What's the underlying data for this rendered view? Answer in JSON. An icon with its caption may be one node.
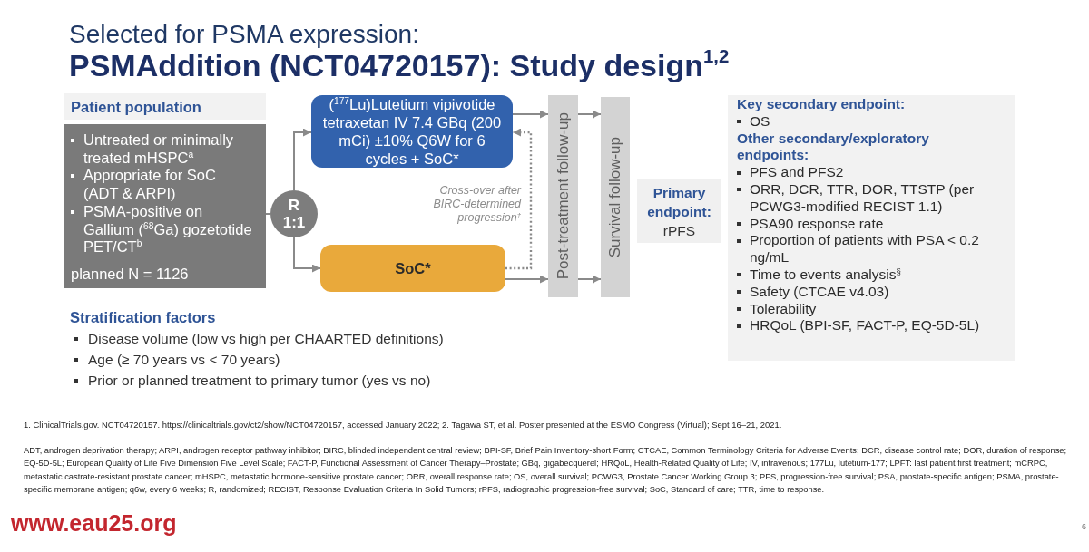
{
  "diagram": {
    "title": "PSMAddition (NCT04720157): Study design$^{1,2}$",
    "nodes": [
      {
        "text": [
          "Patient population"
        ]
      },
      {
        "text": [
          "Untreated or minimally treated mHSPC$^{a}$",
          "Appropriate for SoC (ADT & ARPI)",
          "PSMA-positive on Gallium ($^{68}$Ga) gozetotide PET/CT$^{b}$",
          "planned N = 1126"
        ]
      },
      {
        "text": [
          "R 1:1"
        ]
      },
      {
        "text": [
          "($^{177}$Lu)Lutetium vipivotide tetraxetan IV 7.4 GBq (200 mCi) ±10% Q6W for 6 cycles + SoC*"
        ]
      },
      {
        "text": [
          "SoC*"
        ]
      },
      {
        "text": [
          "Post-treatment follow-up"
        ]
      },
      {
        "text": [
          "Survival follow-up"
        ]
      },
      {
        "text": [
          "Primary endpoint:",
          "rPFS"
        ]
      },
      {
        "text": [
          "Key secondary endpoint:",
          "OS",
          "Other secondary/exploratory endpoints:",
          "PFS and PFS2",
          "ORR, DCR, TTR, DOR, TTSTP (per PCWG3-modified RECIST 1.1)",
          "PSA90 response rate",
          "Proportion of patients with PSA < 0.2 ng/mL",
          "Time to events analysis$^{§}$",
          "Safety (CTCAE v4.03)",
          "Tolerability",
          "HRQoL (BPI-SF, FACT-P, EQ-5D-5L)"
        ]
      }
    ],
    "edges": [
      {
        "from": 1,
        "to": 2,
        "arrow": "none"
      },
      {
        "from": 2,
        "to": 3,
        "arrow": "to"
      },
      {
        "from": 2,
        "to": 4,
        "arrow": "to"
      },
      {
        "from": 3,
        "to": 5,
        "arrow": "to"
      },
      {
        "from": 4,
        "to": 5,
        "arrow": "to"
      },
      {
        "from": 5,
        "to": 6,
        "arrow": "to"
      },
      {
        "from": 5,
        "to": 6,
        "arrow": "to"
      },
      {
        "from": 4,
        "to": 3,
        "arrow": "to",
        "style": "dashed",
        "label": "Cross-over after BIRC-determined progression$^{†}$"
      }
    ],
    "labels": [
      "Selected for PSMA expression:",
      "Stratification factors",
      "Disease volume (low vs high per CHAARTED definitions)",
      "Age (≥ 70 years vs < 70 years)",
      "Prior or planned treatment to primary tumor (yes vs no)",
      "1. ClinicalTrials.gov. NCT04720157. https://clinicaltrials.gov/ct2/show/NCT04720157, accessed January 2022; 2. Tagawa ST, et al. Poster presented at the ESMO Congress (Virtual); Sept 16–21, 2021.",
      "ADT, androgen deprivation therapy; ARPI, androgen receptor pathway inhibitor; BIRC, blinded independent central review; BPI-SF, Brief Pain Inventory-short Form; CTCAE, Common Terminology Criteria for Adverse Events; DCR, disease control rate; DOR, duration of response; EQ-5D-5L; European Quality of Life Five Dimension Five Level Scale; FACT-P, Functional Assessment of Cancer Therapy–Prostate; GBq, gigabecquerel; HRQoL, Health-Related Quality of Life; IV, intravenous; 177Lu, lutetium-177; LPFT: last patient first treatment; mCRPC, metastatic castrate-resistant prostate cancer; mHSPC, metastatic hormone-sensitive prostate cancer; ORR, overall response rate; OS, overall survival; PCWG3, Prostate Cancer Working Group 3; PFS, progression-free survival; PSA, prostate-specific antigen; PSMA, prostate-specific membrane antigen; q6w, every 6 weeks; R, randomized; RECIST, Response Evaluation Criteria In Solid Tumors; rPFS, radiographic progression-free survival; SoC, Standard of care; TTR, time to response.",
      "www.eau25.org",
      "6"
    ]
  }
}
